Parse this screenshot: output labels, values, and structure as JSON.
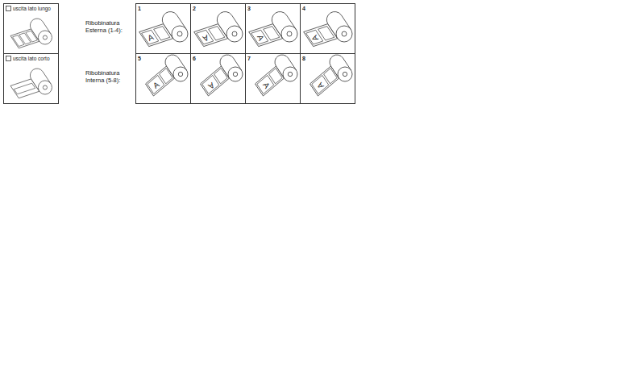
{
  "diagram": {
    "nodes": [
      {
        "text": [
          "uscita lato lungo"
        ]
      },
      {
        "text": [
          "uscita lato corto"
        ]
      },
      {
        "text": [
          "1",
          "A"
        ]
      },
      {
        "text": [
          "2",
          "A"
        ]
      },
      {
        "text": [
          "3",
          "A"
        ]
      },
      {
        "text": [
          "4",
          "A"
        ]
      },
      {
        "text": [
          "5",
          "A"
        ]
      },
      {
        "text": [
          "6",
          "A"
        ]
      },
      {
        "text": [
          "7",
          "A"
        ]
      },
      {
        "text": [
          "8",
          "A"
        ]
      }
    ],
    "labels": [
      "Ribobinatura Esterna (1-4):",
      "Ribobinatura Interna (5-8):"
    ]
  }
}
